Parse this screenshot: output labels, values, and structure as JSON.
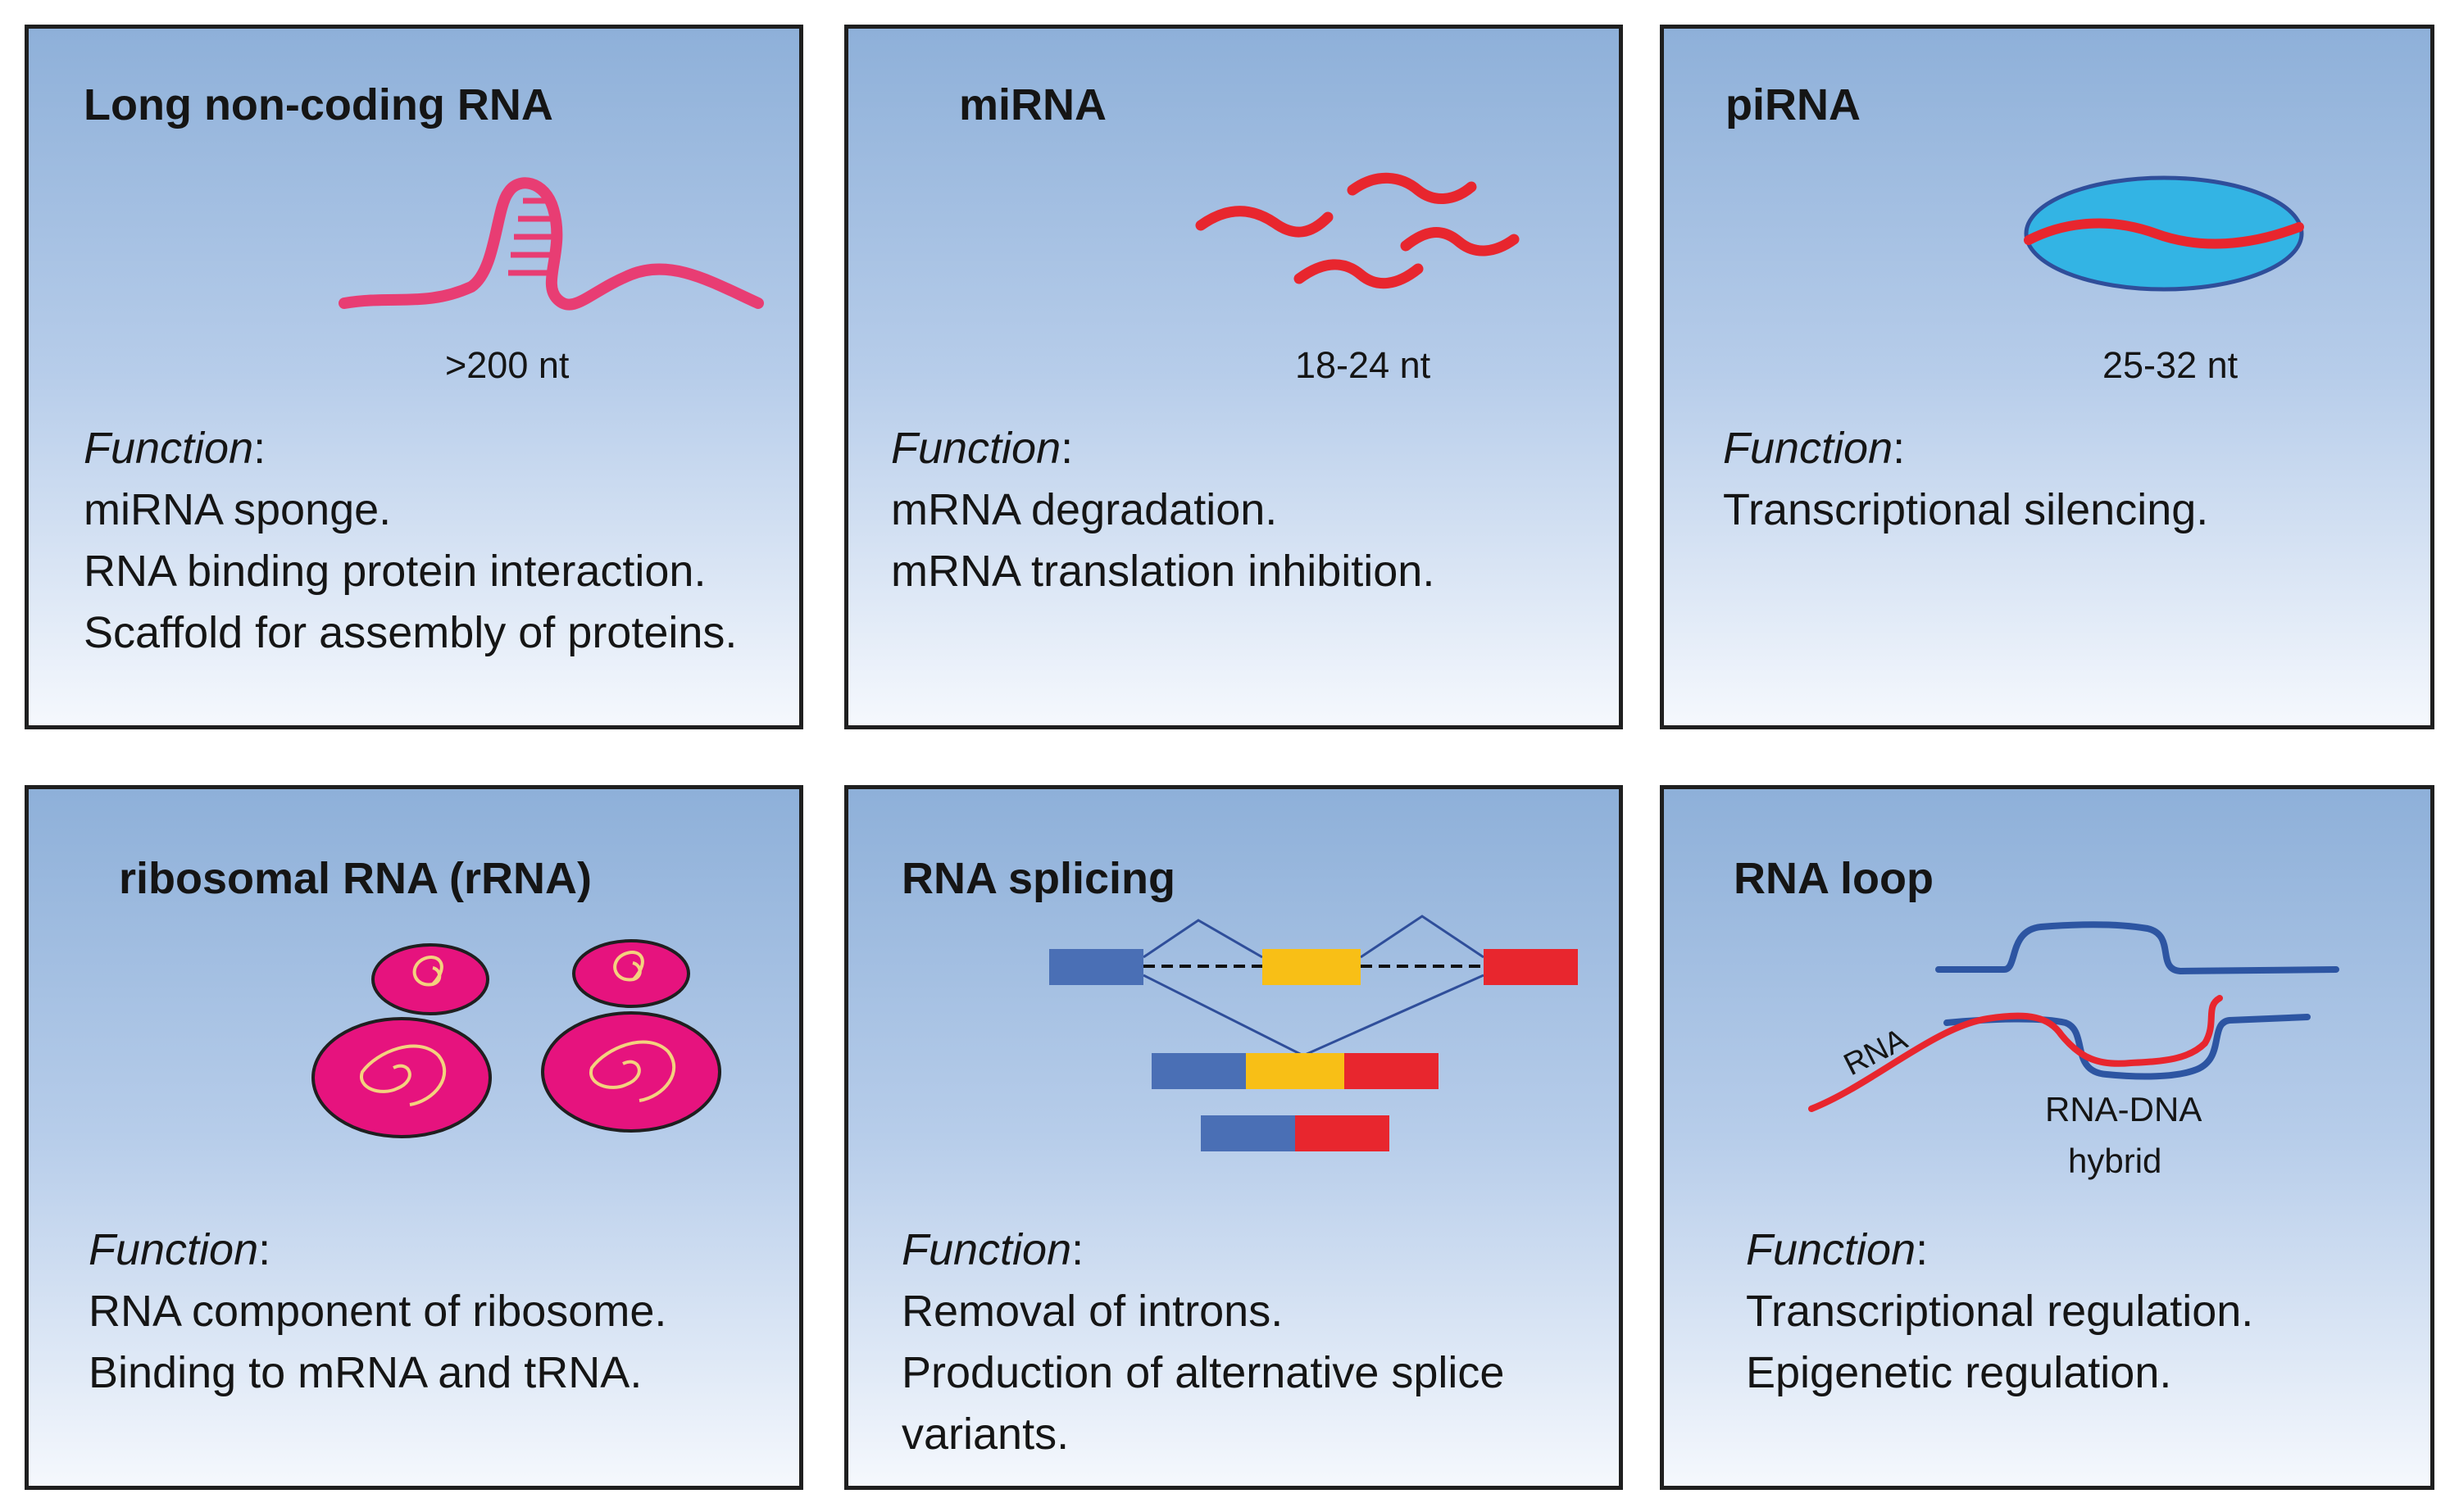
{
  "function_heading": "Function",
  "panels": {
    "lncrna": {
      "title": "Long non-coding RNA",
      "size": ">200 nt",
      "functions": [
        "miRNA sponge.",
        "RNA binding protein interaction.",
        "Scaffold for assembly of proteins."
      ]
    },
    "mirna": {
      "title": "miRNA",
      "size": "18-24 nt",
      "functions": [
        "mRNA degradation.",
        "mRNA translation inhibition."
      ]
    },
    "pirna": {
      "title": "piRNA",
      "size": "25-32 nt",
      "functions": [
        "Transcriptional silencing."
      ]
    },
    "rrna": {
      "title": "ribosomal RNA (rRNA)",
      "functions": [
        "RNA component of ribosome.",
        "Binding to mRNA and tRNA."
      ]
    },
    "splicing": {
      "title": "RNA splicing",
      "functions": [
        "Removal of introns.",
        "Production of alternative splice",
        "variants."
      ]
    },
    "rloop": {
      "title": "RNA loop",
      "rna_label": "RNA",
      "hybrid_label_1": "RNA-DNA",
      "hybrid_label_2": "hybrid",
      "functions": [
        "Transcriptional regulation.",
        "Epigenetic regulation."
      ]
    }
  },
  "colors": {
    "panel_top": "#8eb0d9",
    "panel_bottom": "#f5f8fd",
    "border": "#1f1f1f",
    "lncrna_pink": "#e83d73",
    "rna_red": "#e8262e",
    "pirna_fill": "#33b4e4",
    "outline_blue": "#2f4e9a",
    "ribosome_magenta": "#e6137e",
    "ribosome_line": "#f3d27e",
    "exon_blue": "#4a6fb5",
    "exon_yellow": "#f8bf16",
    "exon_red": "#e8262e",
    "dna_blue": "#2d55a2"
  }
}
